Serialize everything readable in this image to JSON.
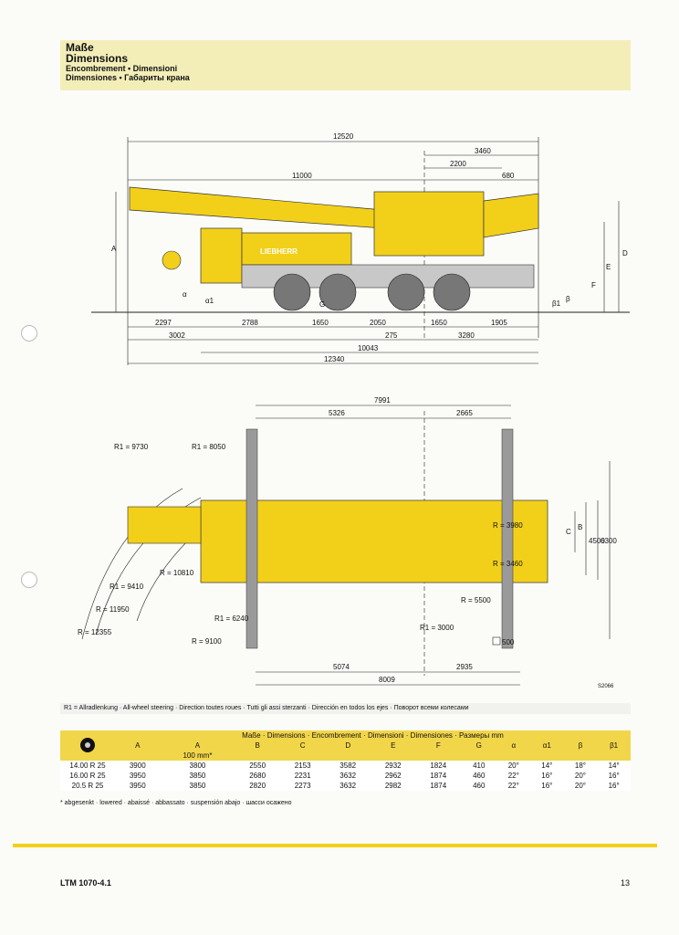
{
  "header": {
    "title_de": "Maße",
    "title_en": "Dimensions",
    "line3": "Encombrement • Dimensioni",
    "line4": "Dimensiones • Габариты крана"
  },
  "side_view": {
    "dims_top": [
      "12520",
      "3460",
      "2200",
      "11000",
      "680"
    ],
    "dims_bottom": [
      "2297",
      "2788",
      "1650",
      "2050",
      "1650",
      "1905",
      "3002",
      "275",
      "3280",
      "10043",
      "12340"
    ],
    "letters_left": [
      "A",
      "α",
      "α1",
      "G"
    ],
    "letters_right": [
      "D",
      "E",
      "F",
      "β",
      "β1"
    ],
    "brand": "LIEBHERR"
  },
  "top_view": {
    "dims_top": [
      "7991",
      "5326",
      "2665"
    ],
    "dims_bottom": [
      "5074",
      "2935",
      "8009"
    ],
    "dims_right": [
      "C",
      "B",
      "4500",
      "6300"
    ],
    "radii": [
      "R1 = 9730",
      "R1 = 8050",
      "R = 10810",
      "R1 = 9410",
      "R = 11950",
      "R1 = 6240",
      "R = 12355",
      "R = 9100",
      "R1 = 3000",
      "R = 5500",
      "R = 3980",
      "R = 3460"
    ],
    "box_label": "500",
    "code": "S2066"
  },
  "legend": "R1 = Allradlenkung · All-wheel steering · Direction toutes roues · Tutti gli assi sterzanti · Dirección en todos los ejes · Поворот всеми колесами",
  "table": {
    "title": "Maße · Dimensions · Encombrement · Dimensioni · Dimensiones · Размеры mm",
    "columns": [
      "A",
      "A",
      "B",
      "C",
      "D",
      "E",
      "F",
      "G",
      "α",
      "α1",
      "β",
      "β1"
    ],
    "sub_a": "100 mm*",
    "rows": [
      [
        "14.00 R 25",
        "3900",
        "3800",
        "2550",
        "2153",
        "3582",
        "2932",
        "1824",
        "410",
        "20°",
        "14°",
        "18°",
        "14°"
      ],
      [
        "16.00 R 25",
        "3950",
        "3850",
        "2680",
        "2231",
        "3632",
        "2962",
        "1874",
        "460",
        "22°",
        "16°",
        "20°",
        "16°"
      ],
      [
        "20.5  R 25",
        "3950",
        "3850",
        "2820",
        "2273",
        "3632",
        "2982",
        "1874",
        "460",
        "22°",
        "16°",
        "20°",
        "16°"
      ]
    ],
    "footnote": "* abgesenkt · lowered · abaissé · abbassato · suspensión abajo · шасси осажено"
  },
  "footer": {
    "model": "LTM 1070-4.1",
    "page": "13"
  },
  "colors": {
    "crane_yellow": "#f2d019",
    "header_bg": "#f3eeb8",
    "table_head": "#f2d64a"
  }
}
